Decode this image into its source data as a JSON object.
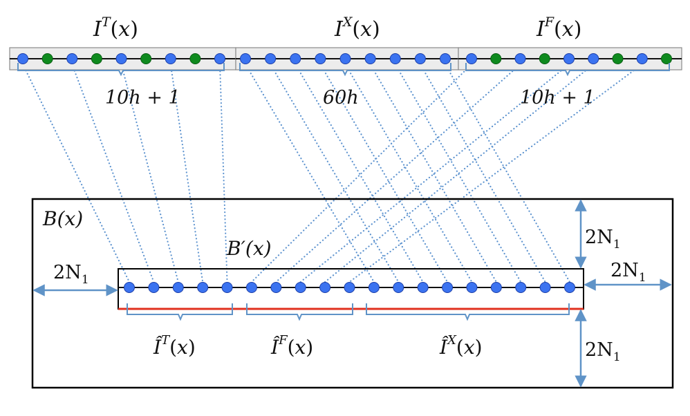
{
  "colors": {
    "dot_blue": "#3b73f0",
    "dot_green": "#0e8a1e",
    "dot_stroke": "#1d3fa8",
    "brace": "#5f93c7",
    "dotted_line": "#5d93cf",
    "arrow": "#5f93c7",
    "red_line": "#e0301e",
    "strip_fill": "#ececec",
    "strip_stroke": "#8a8a8a",
    "box_stroke": "#000000"
  },
  "top": {
    "strips": [
      {
        "label": {
          "base": "I",
          "sup": "T"
        },
        "dot_pattern": [
          "b",
          "g",
          "b",
          "g",
          "b",
          "g",
          "b",
          "g",
          "b"
        ],
        "brace_label": "10h + 1"
      },
      {
        "label": {
          "base": "I",
          "sup": "X"
        },
        "dot_pattern": [
          "b",
          "b",
          "b",
          "b",
          "b",
          "b",
          "b",
          "b",
          "b"
        ],
        "brace_label": "60h"
      },
      {
        "label": {
          "base": "I",
          "sup": "F"
        },
        "dot_pattern": [
          "b",
          "g",
          "b",
          "g",
          "b",
          "b",
          "g",
          "b",
          "g"
        ],
        "brace_label": "10h + 1"
      }
    ]
  },
  "bottom": {
    "outer_label": "B(x)",
    "inner_label": "B′(x)",
    "dot_count": 19,
    "segments": [
      {
        "label": {
          "base": "Î",
          "sup": "T"
        }
      },
      {
        "label": {
          "base": "Î",
          "sup": "F"
        }
      },
      {
        "label": {
          "base": "Î",
          "sup": "X"
        }
      }
    ],
    "arrows": {
      "left": {
        "label": "2N",
        "sub": "1"
      },
      "right": {
        "label": "2N",
        "sub": "1"
      },
      "top": {
        "label": "2N",
        "sub": "1"
      },
      "bottom": {
        "label": "2N",
        "sub": "1"
      }
    }
  }
}
